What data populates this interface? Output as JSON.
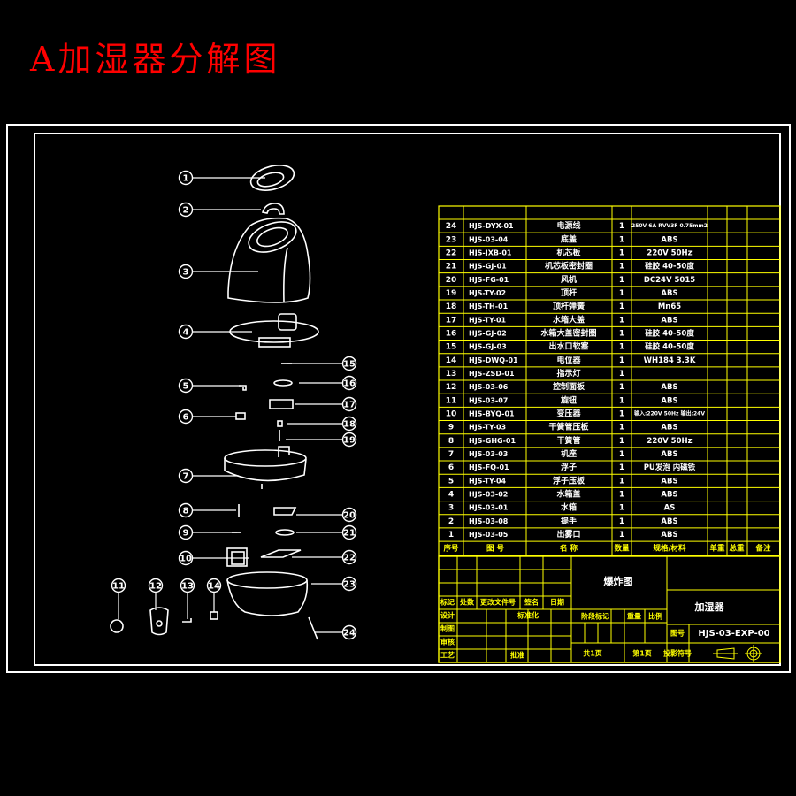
{
  "title": "A加湿器分解图",
  "colors": {
    "title": "#ff0000",
    "table_lines": "#ffff00",
    "table_text": "#ffffff",
    "frame": "#ffffff",
    "background": "#000000"
  },
  "callouts": [
    "1",
    "2",
    "3",
    "4",
    "5",
    "6",
    "7",
    "8",
    "9",
    "10",
    "11",
    "12",
    "13",
    "14",
    "15",
    "16",
    "17",
    "18",
    "19",
    "20",
    "21",
    "22",
    "23",
    "24"
  ],
  "bom": {
    "header": [
      "序号",
      "图 号",
      "名 称",
      "数量",
      "规格/材料",
      "单重",
      "总重",
      "备注"
    ],
    "rows": [
      {
        "no": "24",
        "code": "HJS-DYX-01",
        "name": "电源线",
        "qty": "1",
        "spec": "250V 6A RVV3F 0.75mm2"
      },
      {
        "no": "23",
        "code": "HJS-03-04",
        "name": "底盖",
        "qty": "1",
        "spec": "ABS"
      },
      {
        "no": "22",
        "code": "HJS-JXB-01",
        "name": "机芯板",
        "qty": "1",
        "spec": "220V 50Hz"
      },
      {
        "no": "21",
        "code": "HJS-GJ-01",
        "name": "机芯板密封圈",
        "qty": "1",
        "spec": "硅胶 40-50度"
      },
      {
        "no": "20",
        "code": "HJS-FG-01",
        "name": "风机",
        "qty": "1",
        "spec": "DC24V 5015"
      },
      {
        "no": "19",
        "code": "HJS-TY-02",
        "name": "顶杆",
        "qty": "1",
        "spec": "ABS"
      },
      {
        "no": "18",
        "code": "HJS-TH-01",
        "name": "顶杆弹簧",
        "qty": "1",
        "spec": "Mn65"
      },
      {
        "no": "17",
        "code": "HJS-TY-01",
        "name": "水箱大盖",
        "qty": "1",
        "spec": "ABS"
      },
      {
        "no": "16",
        "code": "HJS-GJ-02",
        "name": "水箱大盖密封圈",
        "qty": "1",
        "spec": "硅胶 40-50度"
      },
      {
        "no": "15",
        "code": "HJS-GJ-03",
        "name": "出水口软塞",
        "qty": "1",
        "spec": "硅胶 40-50度"
      },
      {
        "no": "14",
        "code": "HJS-DWQ-01",
        "name": "电位器",
        "qty": "1",
        "spec": "WH184  3.3K"
      },
      {
        "no": "13",
        "code": "HJS-ZSD-01",
        "name": "指示灯",
        "qty": "1",
        "spec": ""
      },
      {
        "no": "12",
        "code": "HJS-03-06",
        "name": "控制面板",
        "qty": "1",
        "spec": "ABS"
      },
      {
        "no": "11",
        "code": "HJS-03-07",
        "name": "旋钮",
        "qty": "1",
        "spec": "ABS"
      },
      {
        "no": "10",
        "code": "HJS-BYQ-01",
        "name": "变压器",
        "qty": "1",
        "spec": "输入:220V 50Hz 输出:24V"
      },
      {
        "no": "9",
        "code": "HJS-TY-03",
        "name": "干簧管压板",
        "qty": "1",
        "spec": "ABS"
      },
      {
        "no": "8",
        "code": "HJS-GHG-01",
        "name": "干簧管",
        "qty": "1",
        "spec": "220V 50Hz"
      },
      {
        "no": "7",
        "code": "HJS-03-03",
        "name": "机座",
        "qty": "1",
        "spec": "ABS"
      },
      {
        "no": "6",
        "code": "HJS-FQ-01",
        "name": "浮子",
        "qty": "1",
        "spec": "PU发泡 内磁铁"
      },
      {
        "no": "5",
        "code": "HJS-TY-04",
        "name": "浮子压板",
        "qty": "1",
        "spec": "ABS"
      },
      {
        "no": "4",
        "code": "HJS-03-02",
        "name": "水箱盖",
        "qty": "1",
        "spec": "ABS"
      },
      {
        "no": "3",
        "code": "HJS-03-01",
        "name": "水箱",
        "qty": "1",
        "spec": "AS"
      },
      {
        "no": "2",
        "code": "HJS-03-08",
        "name": "提手",
        "qty": "1",
        "spec": "ABS"
      },
      {
        "no": "1",
        "code": "HJS-03-05",
        "name": "出雾口",
        "qty": "1",
        "spec": "ABS"
      }
    ]
  },
  "title_block": {
    "mark": "标记",
    "count": "处数",
    "change_doc": "更改文件号",
    "signature": "签名",
    "date": "日期",
    "design": "设计",
    "standardize": "标准化",
    "draw": "制图",
    "review": "审核",
    "process": "工艺",
    "approve": "批准",
    "drawing_name": "爆炸图",
    "product": "加湿器",
    "stage_mark": "阶段标记",
    "weight": "重量",
    "scale": "比例",
    "total_pages": "共1页",
    "page": "第1页",
    "drawing_no_label": "图号",
    "drawing_no": "HJS-03-EXP-00",
    "projection_label": "投影符号"
  }
}
